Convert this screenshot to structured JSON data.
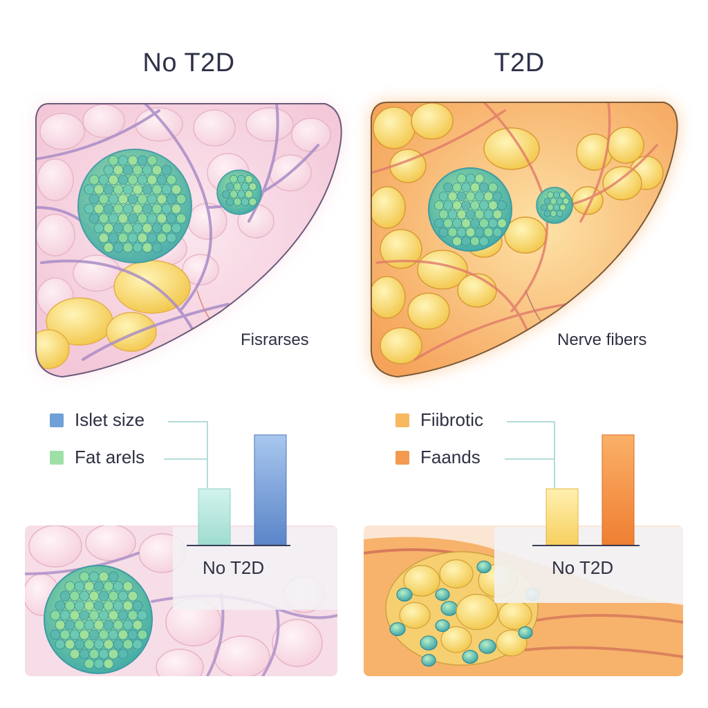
{
  "panels": {
    "left": {
      "title": "No T2D",
      "callout": "Fisrarses"
    },
    "right": {
      "title": "T2D",
      "callout": "Nerve fibers"
    }
  },
  "legend_left": [
    {
      "label": "Islet size",
      "color": "#6fa0d8"
    },
    {
      "label": "Fat arels",
      "color": "#9fe0a8"
    }
  ],
  "legend_right": [
    {
      "label": "Fiibrotic",
      "color": "#f7b860"
    },
    {
      "label": "Faands",
      "color": "#f39a50"
    }
  ],
  "bar_labels": {
    "left": "No T2D",
    "right": "No T2D"
  },
  "colors": {
    "healthy_tissue": "#f6d5e2",
    "t2d_tissue": "#f9c57a",
    "islet": "#5fc0a8",
    "fat": "#f7d46a",
    "vessel": "#a88ac4",
    "bar_teal": "#bfe9e2",
    "bar_blue": "#7da6dc",
    "bar_yellow": "#fbe08a",
    "bar_orange": "#f59a4a"
  }
}
